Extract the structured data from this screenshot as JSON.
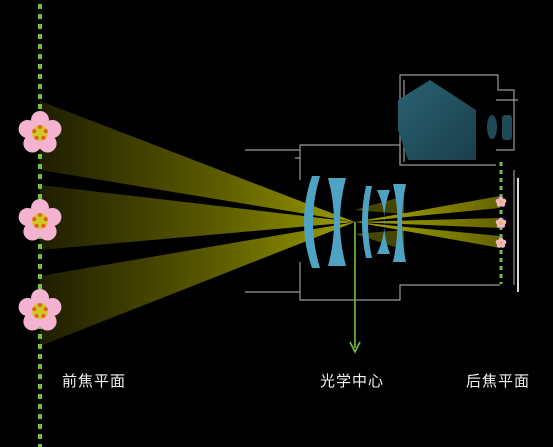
{
  "labels": {
    "front_plane": "前焦平面",
    "optical_center": "光学中心",
    "back_plane": "后焦平面"
  },
  "colors": {
    "background": "#000000",
    "focal_plane": "#6fc23c",
    "light_beam": "#c8c800",
    "lens": "#4fa3c2",
    "camera_outline": "#9a9a9a",
    "prism": "#23515f",
    "flower_petal": "#f5b3d2",
    "flower_center": "#d0c828",
    "flower_dot": "#e0601c",
    "arrow": "#6fc23c"
  },
  "icons": [
    "flower-icon",
    "camera-body-outline",
    "pentaprism-icon",
    "lens-element-icon",
    "down-arrow-icon"
  ],
  "object_count": 3
}
